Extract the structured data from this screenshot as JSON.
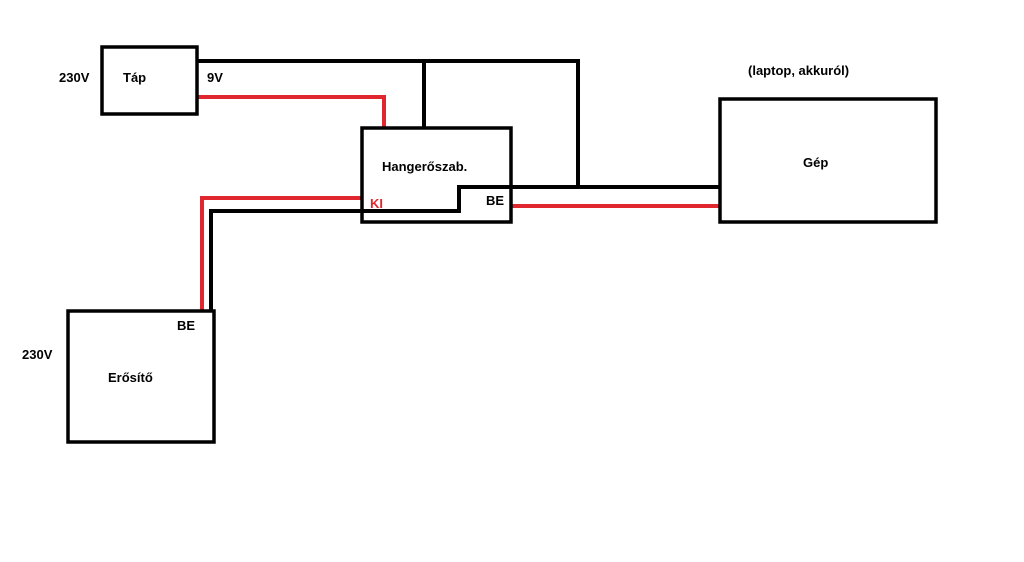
{
  "colors": {
    "wire_signal": "#e0272f",
    "wire_ground": "#000000",
    "background": "#ffffff"
  },
  "tap": {
    "label": "Táp",
    "input_voltage": "230V",
    "output_voltage": "9V"
  },
  "volume_control": {
    "label": "Hangerőszab.",
    "output_port": "KI",
    "input_port": "BE"
  },
  "computer": {
    "label": "Gép",
    "note": "(laptop, akkuról)"
  },
  "amplifier": {
    "label": "Erősítő",
    "input_voltage": "230V",
    "input_port": "BE"
  }
}
